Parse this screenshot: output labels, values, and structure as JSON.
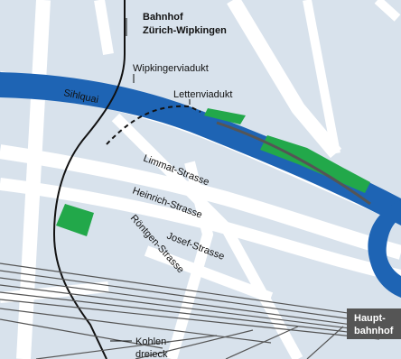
{
  "map": {
    "labels": {
      "station_top_line1": "Bahnhof",
      "station_top_line2": "Zürich-Wipkingen",
      "wipkingerviadukt": "Wipkingerviadukt",
      "lettenviadukt": "Lettenviadukt",
      "sihlquai": "Sihlquai",
      "limmat_strasse": "Limmat-Strasse",
      "heinrich_strasse": "Heinrich-Strasse",
      "josef_strasse": "Josef-Strasse",
      "roentgen_strasse": "Röntgen-Strasse",
      "hauptbahnhof_line1": "Haupt-",
      "hauptbahnhof_line2": "bahnhof",
      "kohlendreieck_line1": "Kohlen-",
      "kohlendreieck_line2": "dreieck"
    },
    "colors": {
      "background": "#d8e2ec",
      "road": "#ffffff",
      "river": "#1e64b4",
      "green": "#22a84a",
      "rail": "#333333",
      "track": "#555555",
      "badge": "#555555"
    }
  }
}
